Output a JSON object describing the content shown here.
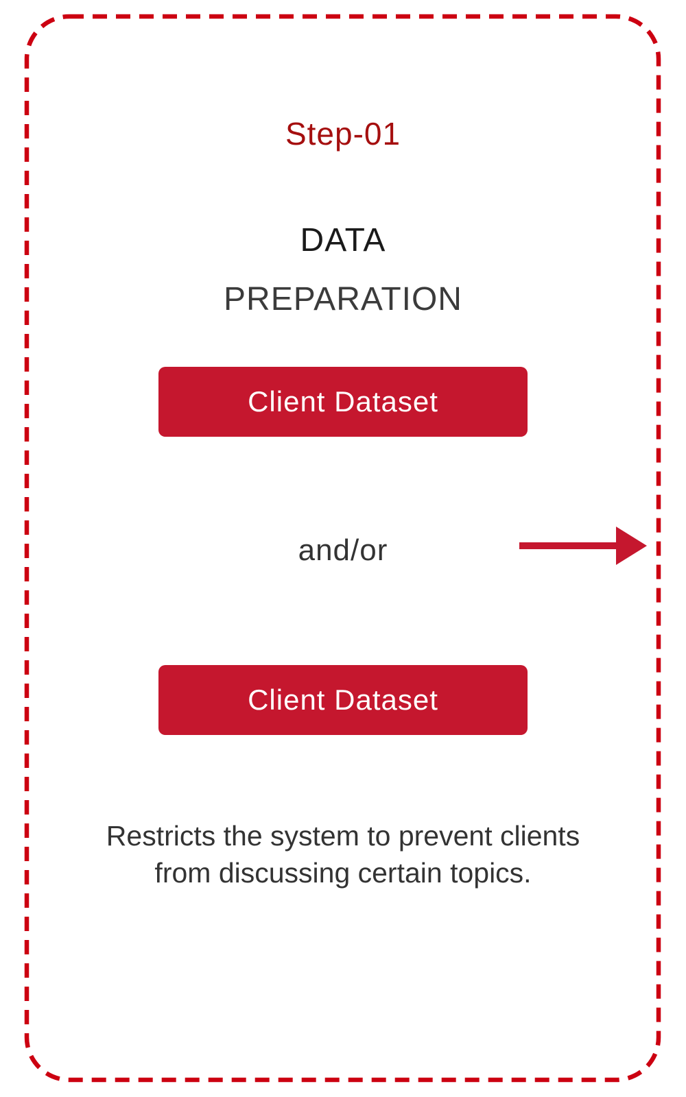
{
  "colors": {
    "background": "#ffffff",
    "border_red": "#cc0011",
    "button_red": "#c5172e",
    "step_red": "#a50f0f",
    "title_black": "#1a1a1a",
    "title_gray": "#3b3b3b",
    "body_gray": "#333333",
    "button_text": "#ffffff"
  },
  "step": {
    "label": "Step-01"
  },
  "title": {
    "line1": "DATA",
    "line2": "PREPARATION"
  },
  "nodes": {
    "top_button_label": "Client Dataset",
    "bottom_button_label": "Client Dataset"
  },
  "connector": {
    "label": "and/or",
    "arrow_icon": "right-arrow"
  },
  "description": {
    "line1": "Restricts the system to prevent clients",
    "line2": "from discussing certain topics."
  }
}
